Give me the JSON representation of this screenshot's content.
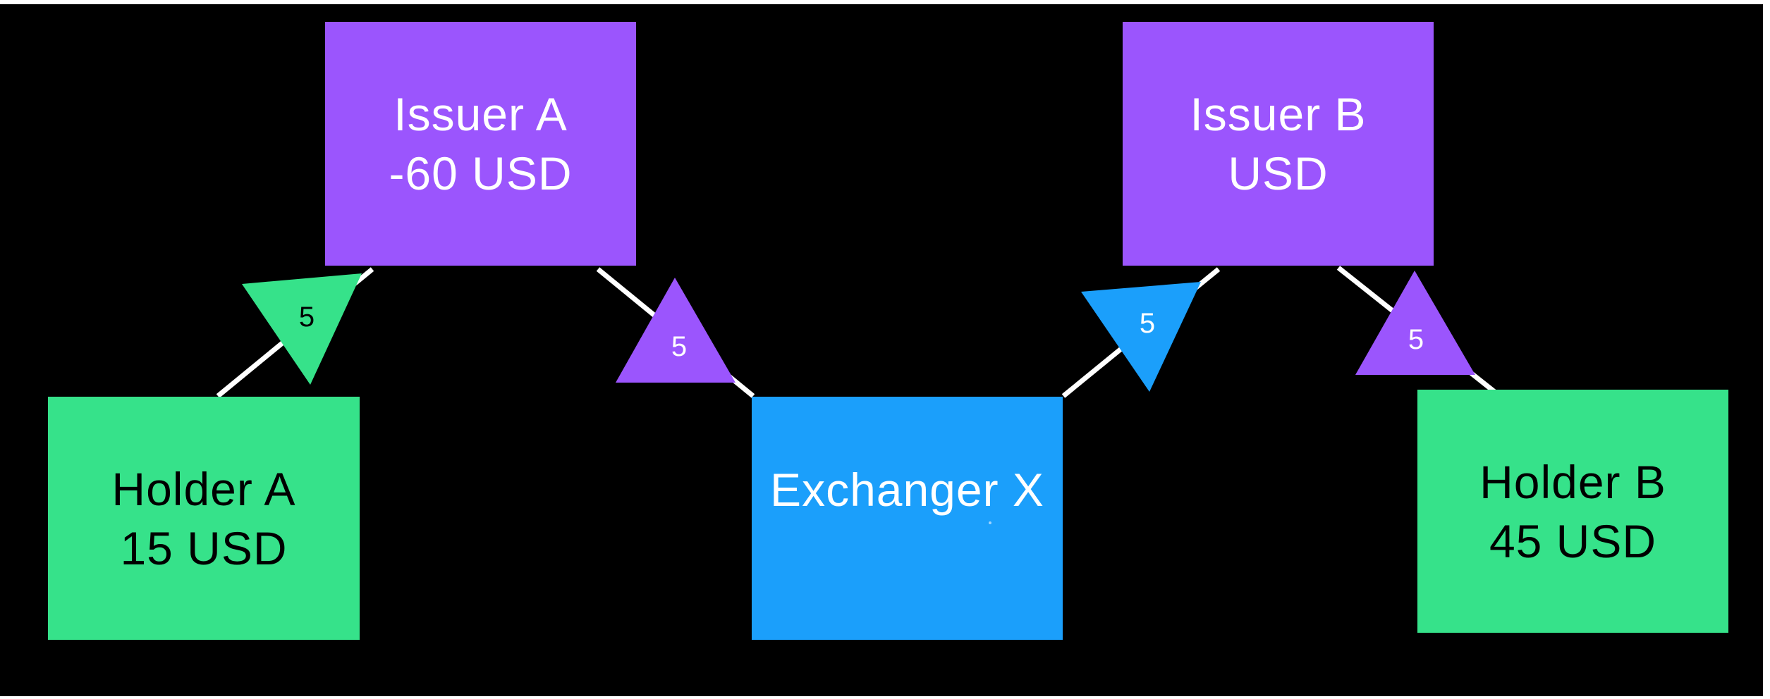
{
  "diagram": {
    "nodes": {
      "issuer_a": {
        "name": "Issuer A",
        "amount": "-60 USD"
      },
      "issuer_b": {
        "name": "Issuer B",
        "amount": "USD"
      },
      "holder_a": {
        "name": "Holder A",
        "amount": "15 USD"
      },
      "holder_b": {
        "name": "Holder B",
        "amount": "45 USD"
      },
      "exchanger_x": {
        "name": "Exchanger X"
      }
    },
    "edges": [
      {
        "from": "Holder A",
        "to": "Issuer A",
        "label": "5"
      },
      {
        "from": "Issuer A",
        "to": "Exchanger X",
        "label": "5"
      },
      {
        "from": "Exchanger X",
        "to": "Issuer B",
        "label": "5"
      },
      {
        "from": "Issuer B",
        "to": "Holder B",
        "label": "5"
      }
    ],
    "colors": {
      "background": "#000000",
      "issuer": "#9b55fd",
      "holder": "#36e28a",
      "exchanger": "#1b9ffb",
      "edge": "#ffffff"
    }
  }
}
